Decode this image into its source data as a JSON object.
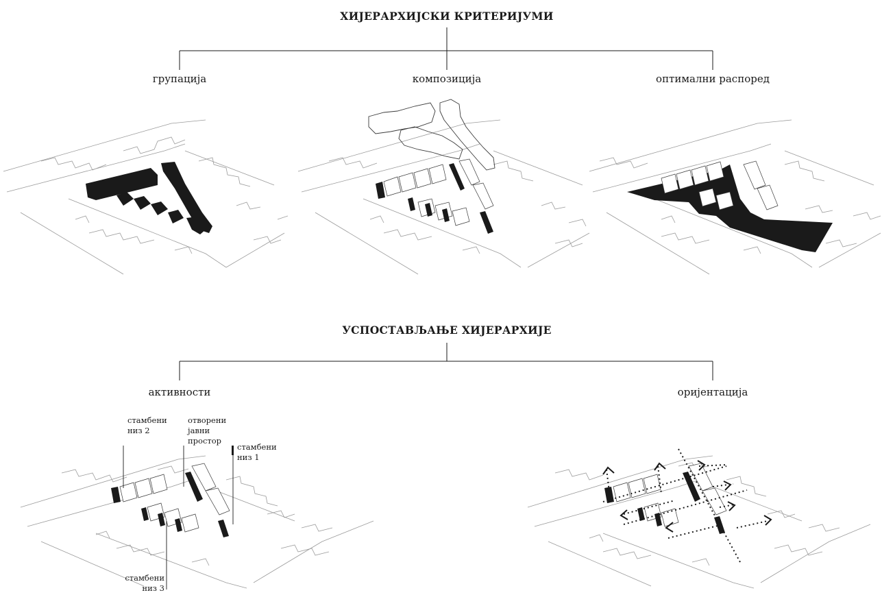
{
  "sections": {
    "criteria": {
      "title": "ХИЈЕРАРХИЈСКИ КРИТЕРИЈУМИ",
      "labels": [
        "групација",
        "композиција",
        "оптимални распоред"
      ]
    },
    "establishing": {
      "title": "УСПОСТАВЉАЊЕ ХИЈЕРАРХИЈЕ",
      "labels": [
        "активности",
        "оријентација"
      ]
    }
  },
  "annotations": {
    "row2": "стамбени\nниз 2",
    "open_space": "отворени\nјавни\nпростор",
    "row1": "стамбени\nниз 1",
    "row3": "стамбени\nниз 3"
  },
  "colors": {
    "ink": "#1a1a1a",
    "line": "#9a9a9a",
    "background": "#ffffff"
  }
}
